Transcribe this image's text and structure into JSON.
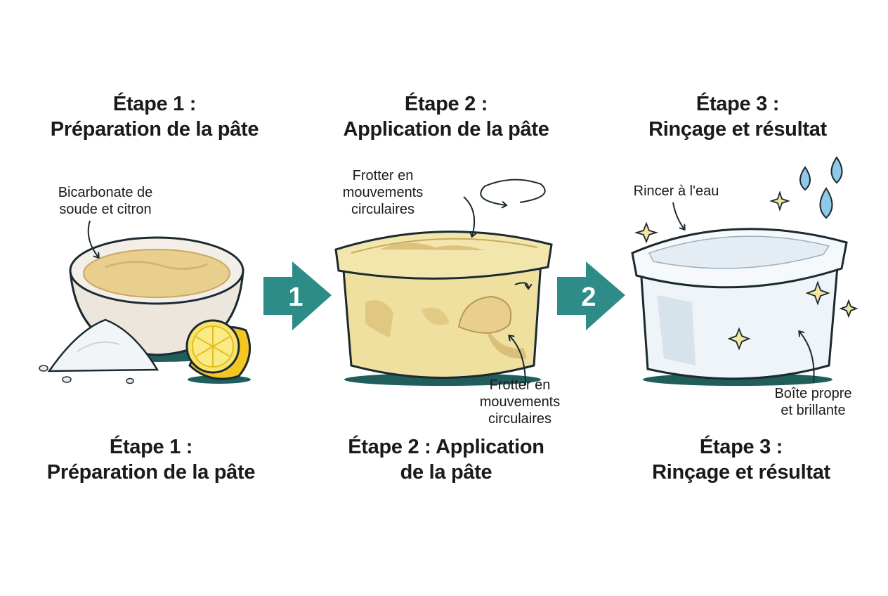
{
  "colors": {
    "teal": "#2e8c88",
    "outline": "#1b2a30",
    "paste": "#e8cf8e",
    "lemon": "#f6d12f",
    "box_yellow": "#f0e4a6",
    "box_clean": "#f4f8fb",
    "water": "#8fc9e8",
    "sparkle": "#f3e7a0"
  },
  "steps": [
    {
      "top_title_line1": "Étape 1 :",
      "top_title_line2": "Préparation de la pâte",
      "bottom_title_line1": "Étape 1 :",
      "bottom_title_line2": "Préparation de la pâte",
      "annotation_line1": "Bicarbonate de",
      "annotation_line2": "soude et citron"
    },
    {
      "top_title_line1": "Étape 2 :",
      "top_title_line2": "Application de la pâte",
      "bottom_title_line1": "Étape 2 : Application",
      "bottom_title_line2": "de la pâte",
      "annotation_top_line1": "Frotter en",
      "annotation_top_line2": "mouvements",
      "annotation_top_line3": "circulaires",
      "annotation_bottom_line1": "Frotter en",
      "annotation_bottom_line2": "mouvements",
      "annotation_bottom_line3": "circulaires"
    },
    {
      "top_title_line1": "Étape 3 :",
      "top_title_line2": "Rinçage et résultat",
      "bottom_title_line1": "Étape 3 :",
      "bottom_title_line2": "Rinçage et résultat",
      "annotation_top": "Rincer à l'eau",
      "annotation_bottom_line1": "Boîte propre",
      "annotation_bottom_line2": "et brillante"
    }
  ],
  "arrows": [
    {
      "number": "1"
    },
    {
      "number": "2"
    }
  ]
}
